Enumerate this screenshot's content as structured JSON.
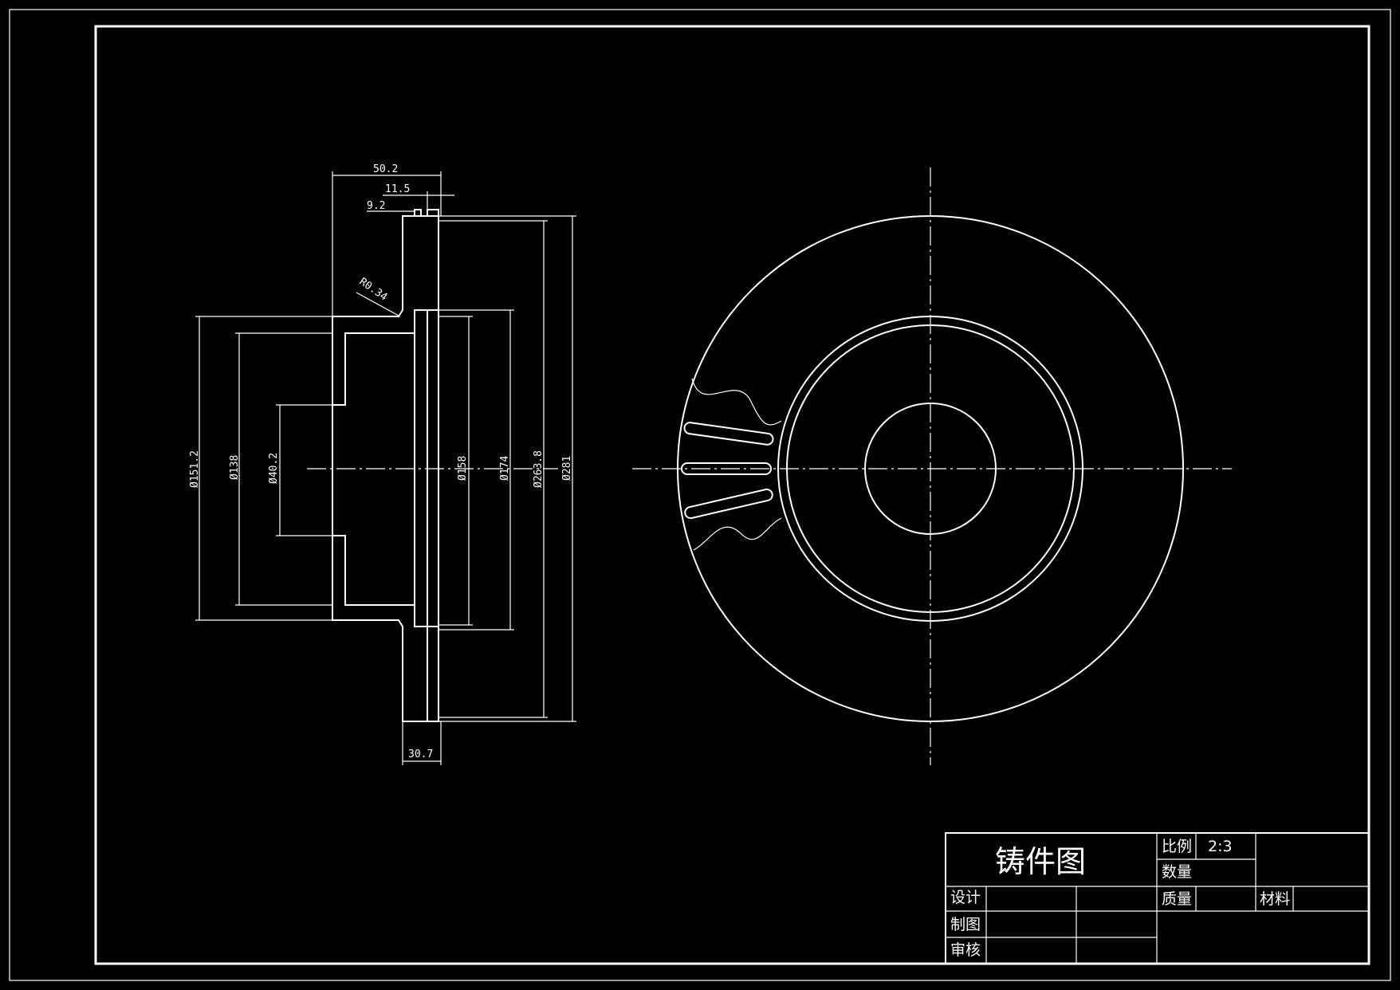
{
  "section_view": {
    "dimensions": {
      "width_total": "50.2",
      "flange_top": "11.5",
      "slot_top": "9.2",
      "radius_fillet": "R0.34",
      "hub_dia": "Ø151.2",
      "bore_dia": "Ø138",
      "center_hole": "Ø40.2",
      "inner_ring": "Ø158",
      "ring_outer": "Ø174",
      "disc_inner": "Ø263.8",
      "disc_outer": "Ø281",
      "flange_width": "30.7"
    }
  },
  "title_block": {
    "title": "铸件图",
    "scale_label": "比例",
    "scale_value": "2:3",
    "quantity_label": "数量",
    "mass_label": "质量",
    "material_label": "材料",
    "design_label": "设计",
    "draft_label": "制图",
    "review_label": "审核"
  }
}
